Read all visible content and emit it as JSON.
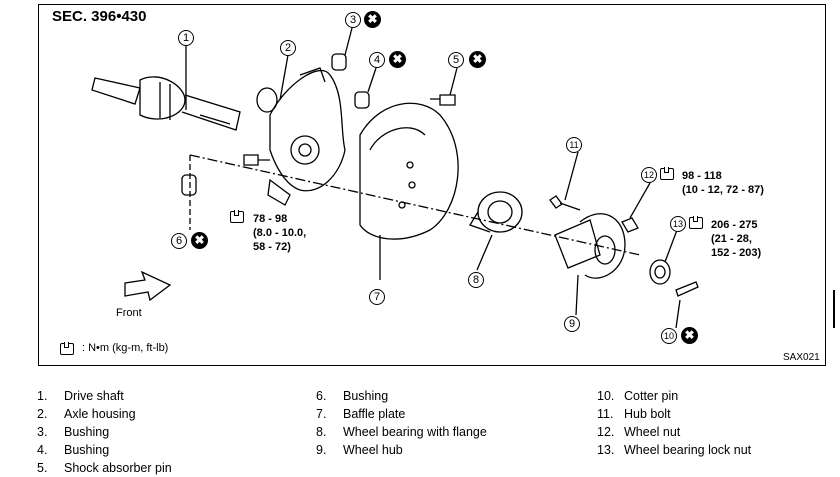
{
  "section_title": "SEC. 396•430",
  "diagram_code": "SAX021",
  "front_label": "Front",
  "legend": {
    "text": ": N•m (kg-m, ft-lb)",
    "symbol": "torque-wrench-icon"
  },
  "callouts": [
    "1",
    "2",
    "3",
    "4",
    "5",
    "6",
    "7",
    "8",
    "9",
    "10",
    "11",
    "12",
    "13"
  ],
  "replace_mark": "✖",
  "torque_specs": {
    "knuckle_bolt": "78 - 98\n(8.0 - 10.0,\n58 - 72)",
    "wheel_nut": "98 - 118\n(10 - 12, 72 - 87)",
    "lock_nut": "206 - 275\n(21 - 28,\n152 - 203)"
  },
  "parts": {
    "col1": [
      {
        "num": "1.",
        "name": "Drive shaft"
      },
      {
        "num": "2.",
        "name": "Axle housing"
      },
      {
        "num": "3.",
        "name": "Bushing"
      },
      {
        "num": "4.",
        "name": "Bushing"
      },
      {
        "num": "5.",
        "name": "Shock absorber pin"
      }
    ],
    "col2": [
      {
        "num": "6.",
        "name": "Bushing"
      },
      {
        "num": "7.",
        "name": "Baffle plate"
      },
      {
        "num": "8.",
        "name": "Wheel bearing with flange"
      },
      {
        "num": "9.",
        "name": "Wheel hub"
      }
    ],
    "col3": [
      {
        "num": "10.",
        "name": "Cotter pin"
      },
      {
        "num": "11.",
        "name": "Hub bolt"
      },
      {
        "num": "12.",
        "name": "Wheel nut"
      },
      {
        "num": "13.",
        "name": "Wheel bearing lock nut"
      }
    ]
  }
}
